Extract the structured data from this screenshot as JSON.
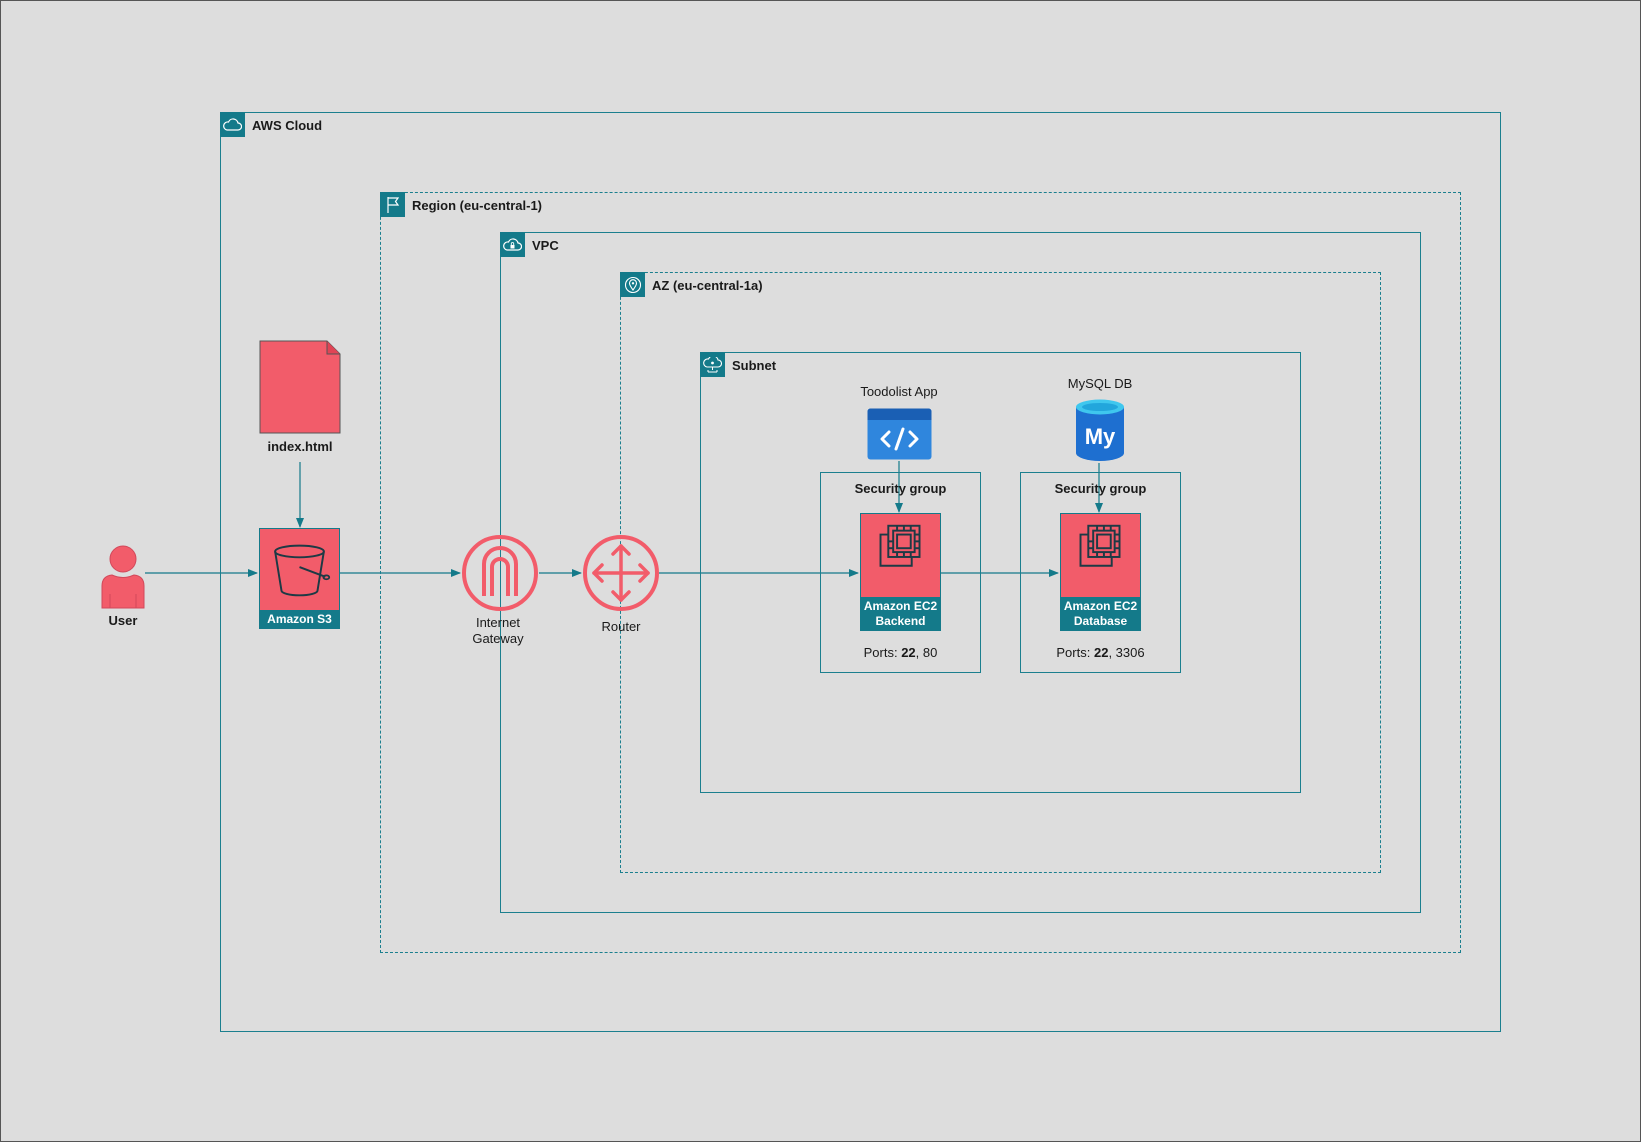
{
  "groups": {
    "aws_cloud": "AWS Cloud",
    "region": "Region (eu-central-1)",
    "vpc": "VPC",
    "az": "AZ (eu-central-1a)",
    "subnet": "Subnet"
  },
  "nodes": {
    "user": "User",
    "index_file": "index.html",
    "s3": "Amazon S3",
    "igw_line1": "Internet",
    "igw_line2": "Gateway",
    "router": "Router",
    "app": "Toodolist App",
    "mysql": "MySQL DB",
    "ec2_backend_line1": "Amazon EC2",
    "ec2_backend_line2": "Backend",
    "ec2_db_line1": "Amazon EC2",
    "ec2_db_line2": "Database"
  },
  "security_groups": {
    "backend": {
      "title": "Security group",
      "ports_label": "Ports: ",
      "ports_bold": "22",
      "ports_rest": ", 80"
    },
    "database": {
      "title": "Security group",
      "ports_label": "Ports: ",
      "ports_bold": "22",
      "ports_rest": ", 3306"
    }
  },
  "colors": {
    "accent_teal": "#147a8a",
    "service_red": "#f25c6a",
    "azure_blue": "#1e7ed8",
    "background": "#dddddd"
  },
  "icons": {
    "aws_cloud": "cloud-icon",
    "region": "flag-icon",
    "vpc": "cloud-lock-icon",
    "az": "location-pin-icon",
    "subnet": "cloud-network-icon"
  }
}
